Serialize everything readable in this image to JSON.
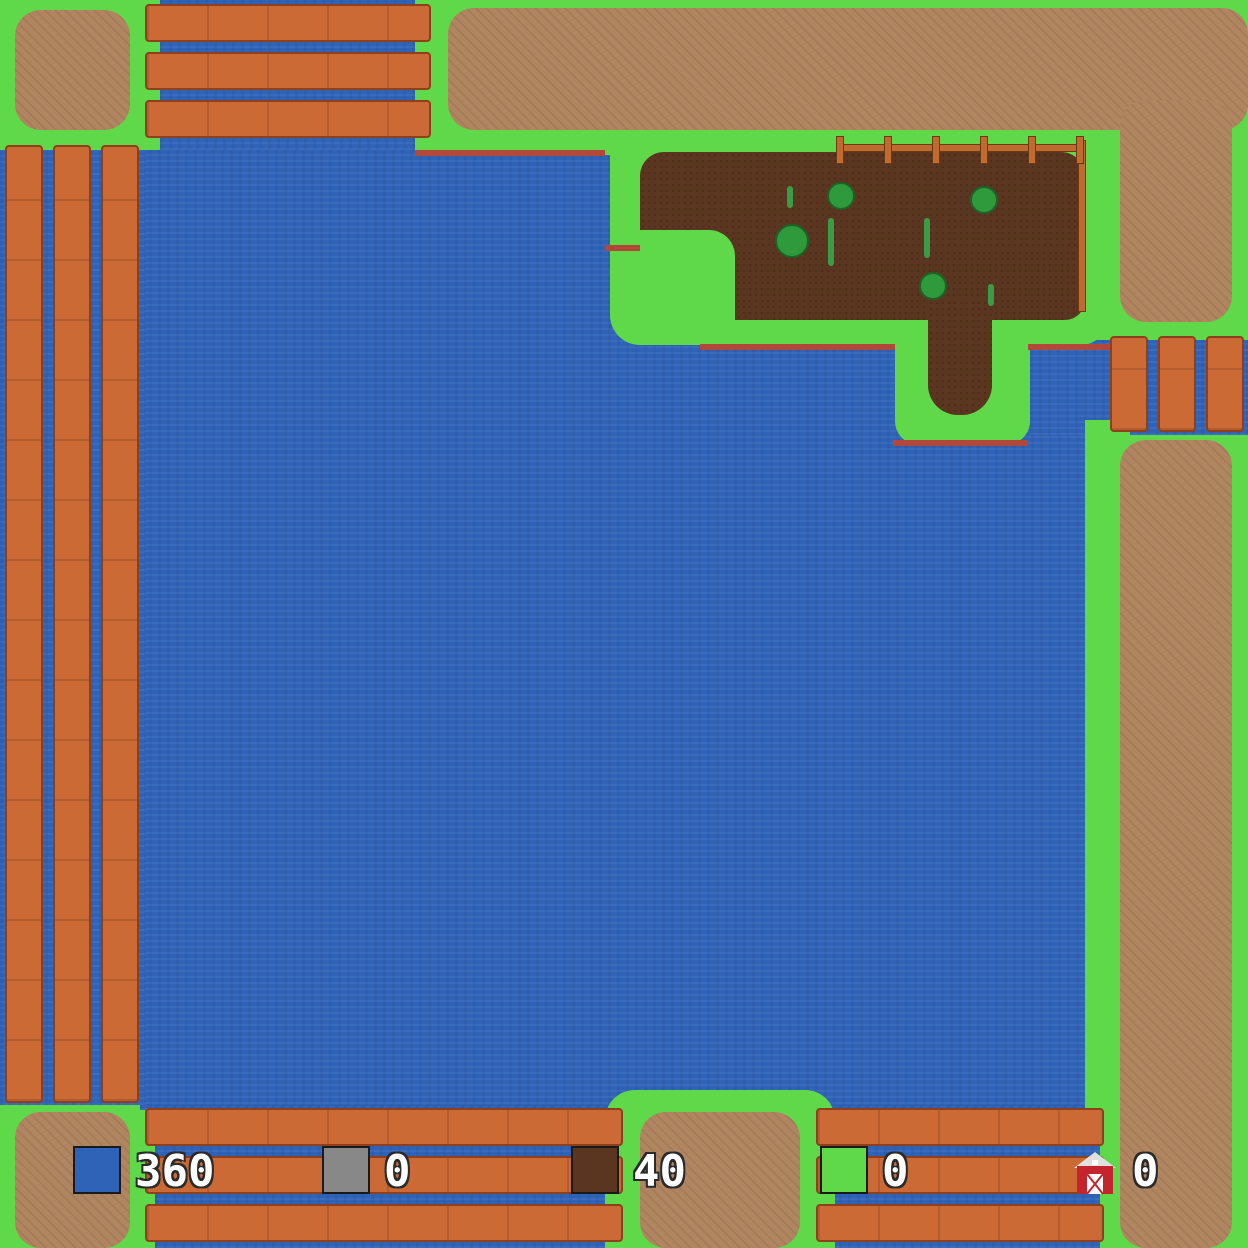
{
  "hud": {
    "items": [
      {
        "name": "water",
        "color": "#2f63b8",
        "value": "360"
      },
      {
        "name": "stone",
        "color": "#888888",
        "value": "0"
      },
      {
        "name": "soil",
        "color": "#5a3620",
        "value": "40"
      },
      {
        "name": "grass",
        "color": "#5fd94a",
        "value": "0"
      },
      {
        "name": "barn",
        "icon": "barn-icon",
        "color": "#c4242c",
        "value": "0"
      }
    ]
  },
  "colors": {
    "grass": "#5fd94a",
    "water": "#2f63b8",
    "path": "#b08560",
    "plank": "#cc6a35",
    "soil": "#5a3620"
  }
}
